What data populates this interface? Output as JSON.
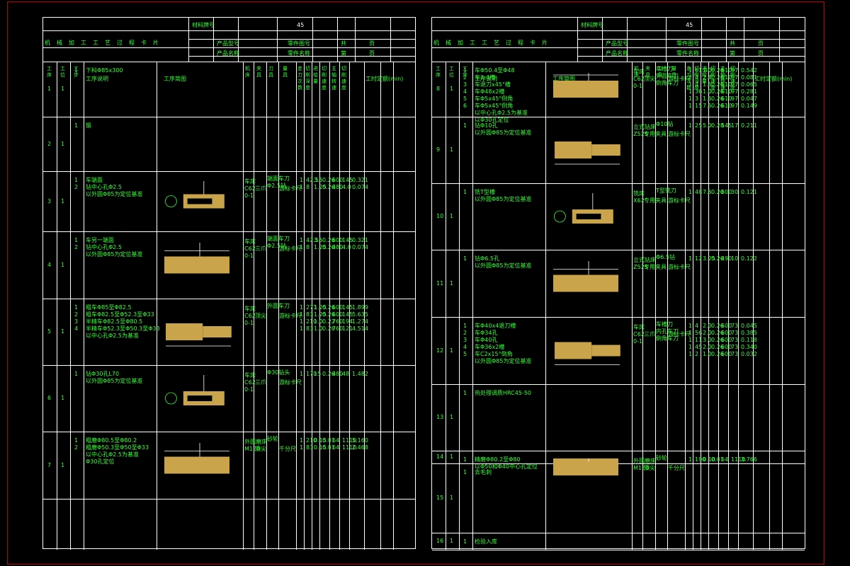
{
  "left": {
    "title": "机械加工工艺过程卡片",
    "header": {
      "material_label": "材料牌号",
      "material_value": "45",
      "r1": [
        "产品型号",
        "零件图号",
        "共",
        "页"
      ],
      "r2": [
        "产品名称",
        "零件名称",
        "第",
        "页"
      ]
    },
    "col_headers": [
      "工序",
      "工位",
      "工步",
      "工序说明",
      "工序简图",
      "机床",
      "夹具",
      "刀具",
      "量具",
      "走刀次数",
      "切削深度",
      "进给量",
      "切削速度",
      "主轴转速",
      "切削速度",
      "工时定额(min)"
    ],
    "rows": [
      {
        "op": "1",
        "st": "1",
        "step": "1",
        "desc": "下料Φ85x300"
      },
      {
        "op": "2",
        "st": "1",
        "step": "1",
        "desc": "锻"
      },
      {
        "op": "3",
        "st": "1",
        "step": "1\n2",
        "desc": "车端面\n钻中心孔Φ2.5\n以外圆Φ85为定位基准",
        "machine": "车床\nC62\n0-1",
        "fix": "三爪",
        "tool": "端面车刀\nΦ2.5钻",
        "meas": "游标卡尺",
        "vals": [
          "1\n1",
          "42.5\n8",
          "3.5\n1.25",
          "0.26\n0.26",
          "600\n480",
          "145\n4.0",
          "0.321\n0.074"
        ]
      },
      {
        "op": "4",
        "st": "1",
        "step": "1\n2",
        "desc": "车另一端面\n钻中心孔Φ2.5\n以外圆Φ85为定位基准",
        "machine": "车床\nC62\n0-1",
        "fix": "三爪",
        "tool": "端面车刀\nΦ2.5钻",
        "meas": "游标卡尺",
        "vals": [
          "1\n1",
          "42.5\n8",
          "3.5\n1.25",
          "0.26\n0.26",
          "600\n480",
          "145\n4.0",
          "0.321\n0.074"
        ]
      },
      {
        "op": "5",
        "st": "1",
        "step": "1\n2\n3\n4",
        "desc": "粗车Φ85至Φ82.5\n粗车Φ82.5至Φ52.3至Φ33\n半精车Φ82.5至Φ80.5\n半精车Φ52.3至Φ50.3至Φ33\n以中心孔Φ2.5为基准",
        "machine": "车床\nC62\n0-1",
        "fix": "顶尖",
        "tool": "外圆车刀",
        "meas": "游标卡尺",
        "vals": [
          "1\n1\n1\n1",
          "273\n83\n210\n83",
          "1.25\n1.25\n1.0\n1.0",
          "0.26\n0.26\n0.22\n0.26",
          "600\n600\n760\n760",
          "145\n145\n194\n121",
          "1.899\n5.635\n1.274\n4.514"
        ]
      },
      {
        "op": "6",
        "st": "1",
        "step": "1",
        "desc": "钻Φ30孔L70\n以外圆Φ85为定位基准",
        "machine": "车床\nC62\n0-1",
        "fix": "三爪",
        "tool": "Φ30钻头",
        "meas": "游标卡尺",
        "vals": [
          "1",
          "170",
          "15",
          "0.26",
          "480",
          "48",
          "1.482"
        ]
      },
      {
        "op": "7",
        "st": "1",
        "step": "1\n2",
        "desc": "粗磨Φ80.5至Φ80.2\n粗磨Φ50.3至Φ50至Φ33\n以中心孔Φ2.5为基准\nΦ30孔定位",
        "machine": "外圆磨床\nM120",
        "fix": "顶尖",
        "tool": "砂轮",
        "meas": "千分尺",
        "vals": [
          "1\n1",
          "210\n83",
          "0.15\n0.15",
          "0.01\n0.01",
          "64\n64",
          "1110\n1110",
          "5.160\n2.468"
        ]
      }
    ]
  },
  "right": {
    "title": "机械加工工艺过程卡片",
    "header": {
      "material_label": "材料牌号",
      "material_value": "45",
      "r1": [
        "产品型号",
        "零件图号",
        "共",
        "页"
      ],
      "r2": [
        "产品名称",
        "零件名称",
        "第",
        "页"
      ]
    },
    "col_headers": [
      "工序",
      "工位",
      "工步",
      "工序说明",
      "工序简图",
      "机床",
      "夹具",
      "刀具",
      "量具",
      "走刀次数",
      "切削深度",
      "进给量",
      "切削速度",
      "主轴转速",
      "切削速度",
      "工时定额(min)"
    ],
    "rows": [
      {
        "op": "8",
        "st": "1",
        "step": "1\n2\n3\n4\n5\n6",
        "desc": "车Φ50.4至Φ48\n车2-4槽\n车退刀x45°槽\n车Φ48x2槽\n车Φ5x45°倒角\n车Φ5x45°倒角\n以中心孔Φ2.5为基准\n以Φ30孔定位",
        "machine": "车床\nC62\n0-1",
        "fix": "顶尖",
        "tool": "车槽刀\n外圆车刀\n倒角车刀",
        "meas": "游标卡尺",
        "vals": [
          "1\n2\n1\n1\n1\n1",
          "61.0\n4\n4\n36\n3\n15",
          "1.0\n2.4\n1.5\n1.0\n1.5\n7.5",
          "0.26\n0.26\n0.26\n0.26\n0.26\n0.26",
          "610\n610\n610\n610\n610\n610",
          "97\n97\n97\n97\n97\n97",
          "0.542\n0.081\n0.065\n0.281\n0.047\n0.149"
        ]
      },
      {
        "op": "9",
        "st": "1",
        "step": "1",
        "desc": "钻Φ10孔\n以外圆Φ85为定位基准",
        "machine": "立式钻床\nZ525",
        "fix": "专用夹具",
        "tool": "Φ10钻",
        "meas": "游标卡尺",
        "vals": [
          "1",
          "25",
          "5.0",
          "0.28",
          "545",
          "17",
          "0.211"
        ]
      },
      {
        "op": "10",
        "st": "1",
        "step": "1",
        "desc": "铣T型槽\n以外圆Φ85为定位基准",
        "machine": "铣床\nX62",
        "fix": "专用夹具",
        "tool": "T型铣刀",
        "meas": "游标卡尺",
        "vals": [
          "1",
          "48",
          "7.5",
          "0.20",
          "600",
          "30",
          "0.121"
        ]
      },
      {
        "op": "11",
        "st": "1",
        "step": "1",
        "desc": "钻Φ6.5孔\n以外圆Φ85为定位基准",
        "machine": "立式钻床\nZ525",
        "fix": "专用夹具",
        "tool": "Φ6.5钻",
        "meas": "游标卡尺",
        "vals": [
          "1",
          "12",
          "3.25",
          "0.26",
          "490",
          "10",
          "0.122"
        ]
      },
      {
        "op": "12",
        "st": "1",
        "step": "1\n2\n3\n4\n5",
        "desc": "车Φ40x4退刀槽\n车Φ34孔\n车Φ40孔\n车Φ36x2槽\n车C2x15°倒角\n以外圆Φ85为定位基准",
        "machine": "车床\nC62\n0-1",
        "fix": "三爪",
        "tool": "车槽刀\n内孔车刀\n倒角车刀",
        "meas": "游标卡尺",
        "vals": [
          "1\n1\n1\n1\n1",
          "4\n56\n11\n45\n2",
          "2.0\n2.0\n3.0\n2.0\n1.0",
          "0.26\n0.26\n0.26\n0.26\n0.26",
          "600\n600\n600\n600\n600",
          "73\n73\n73\n73\n73",
          "0.045\n0.385\n0.118\n0.340\n0.032"
        ]
      },
      {
        "op": "13",
        "st": "1",
        "step": "1",
        "desc": "热处理调质HRC45-50"
      },
      {
        "op": "14",
        "st": "1",
        "step": "1",
        "desc": "精磨Φ80.2至Φ80\n以Φ50和Φ40中心孔定位",
        "machine": "外圆磨床\nM120",
        "fix": "顶尖",
        "tool": "砂轮",
        "meas": "千分尺",
        "vals": [
          "1",
          "190",
          "0.10",
          "0.01",
          "64",
          "1110",
          "3.766"
        ]
      },
      {
        "op": "15",
        "st": "1",
        "step": "1",
        "desc": "去毛刺"
      },
      {
        "op": "16",
        "st": "1",
        "step": "1",
        "desc": "检验入库"
      }
    ]
  }
}
